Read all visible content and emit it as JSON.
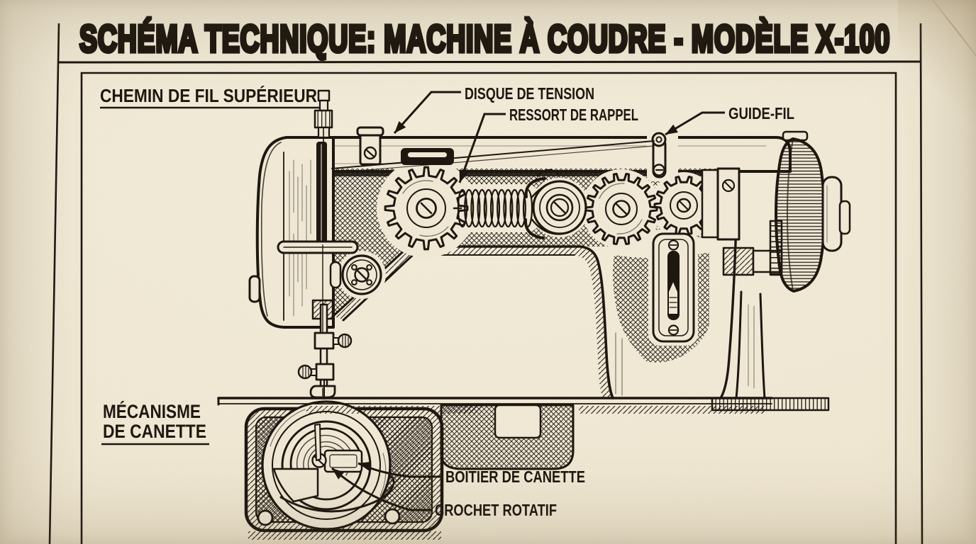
{
  "document": {
    "title": "SCHÉMA TECHNIQUE: MACHINE À COUDRE - MODÈLE X-100"
  },
  "sections": {
    "upper": {
      "label": "CHEMIN DE FIL SUPÉRIEUR"
    },
    "lower": {
      "label_line1": "MÉCANISME",
      "label_line2": "DE CANETTE"
    }
  },
  "callouts": {
    "tension_disc": {
      "label": "DISQUE DE TENSION"
    },
    "return_spring": {
      "label": "RESSORT DE RAPPEL"
    },
    "thread_guide": {
      "label": "GUIDE-FIL"
    },
    "bobbin_case": {
      "label": "BOÎTIER DE CANETTE"
    },
    "rotary_hook": {
      "label": "CROCHET ROTATIF"
    }
  },
  "colors": {
    "paper": "#f2e9d5",
    "ink": "#1b150e"
  }
}
